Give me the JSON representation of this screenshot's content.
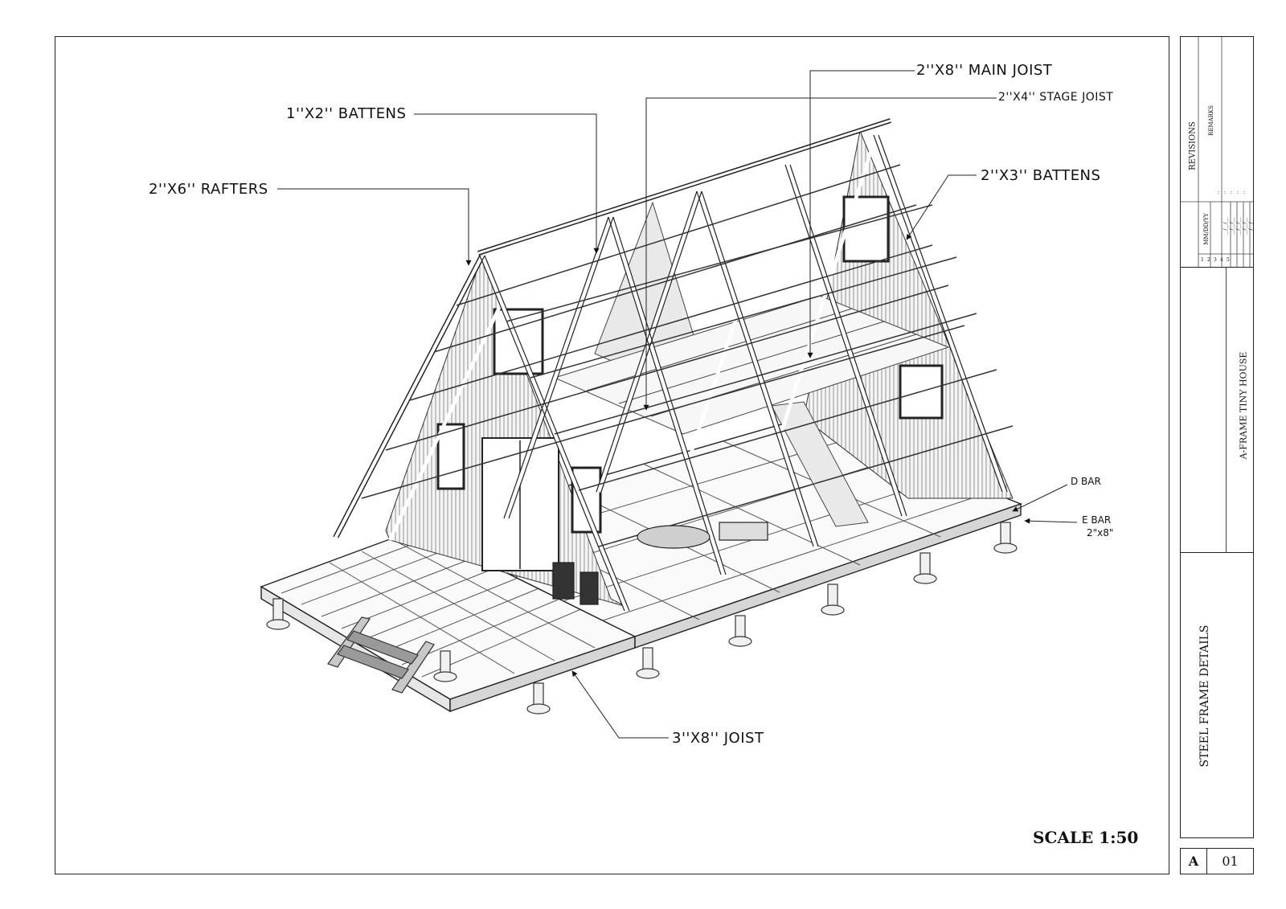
{
  "labels": {
    "battens_1x2": "1''X2'' BATTENS",
    "rafters_2x6": "2''X6'' RAFTERS",
    "main_joist_2x8": "2''X8'' MAIN JOIST",
    "stage_joist_2x4": "2''X4'' STAGE JOIST",
    "battens_2x3": "2''X3'' BATTENS",
    "d_bar": "D BAR",
    "e_bar": "E BAR",
    "e_bar_size": "2\"x8\"",
    "joist_3x8": "3''X8'' JOIST"
  },
  "scale": "SCALE 1:50",
  "title_block": {
    "revisions": "REVISIONS",
    "remarks": "REMARKS",
    "date_header": "MM/DD/YY",
    "rows": [
      {
        "no": "1",
        "date": "__/__/__",
        "remark": ".."
      },
      {
        "no": "2",
        "date": "__/__/__",
        "remark": ".."
      },
      {
        "no": "3",
        "date": "__/__/__",
        "remark": ".."
      },
      {
        "no": "4",
        "date": "__/__/__",
        "remark": ".."
      },
      {
        "no": "5",
        "date": "__/__/__",
        "remark": ".."
      }
    ],
    "project": "A-FRAME TINY HOUSE",
    "sheet_title": "STEEL FRAME DETAILS",
    "sheet_letter": "A",
    "sheet_number": "01"
  }
}
